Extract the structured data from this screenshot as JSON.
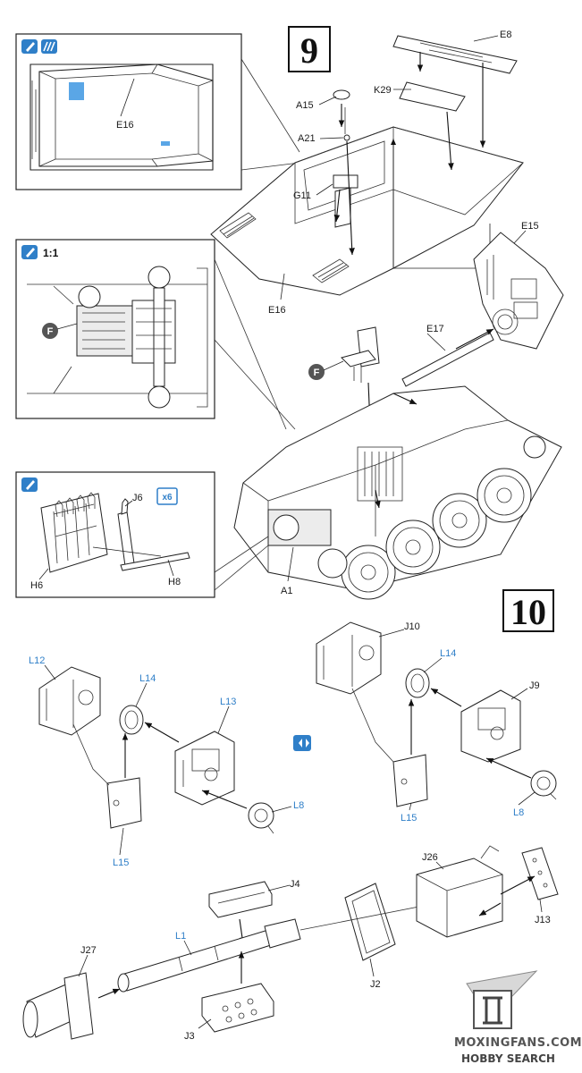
{
  "steps": {
    "step9": {
      "number": "9"
    },
    "step10": {
      "number": "10"
    }
  },
  "callouts": {
    "hull_interior": {
      "label": "E16"
    },
    "engine_detail": {
      "scale": "1:1",
      "marker": "F"
    },
    "ammo_rack": {
      "labels": {
        "j6": "J6",
        "qty": "x6",
        "h6": "H6",
        "h8": "H8"
      }
    }
  },
  "step9_labels": {
    "e8": "E8",
    "k29": "K29",
    "a15": "A15",
    "a21": "A21",
    "g11": "G11",
    "e16": "E16",
    "e15": "E15",
    "e17": "E17",
    "f": "F",
    "a1": "A1"
  },
  "step10_left_labels": {
    "l12": "L12",
    "l14": "L14",
    "l13": "L13",
    "l8": "L8",
    "l15": "L15"
  },
  "step10_right_labels": {
    "j10": "J10",
    "l14": "L14",
    "j9": "J9",
    "l8": "L8",
    "l15": "L15"
  },
  "step10_gun_labels": {
    "j4": "J4",
    "l1": "L1",
    "j27": "J27",
    "j3": "J3",
    "j2": "J2",
    "j26": "J26",
    "j13": "J13"
  },
  "watermark": {
    "line1": "MOXINGFANS.COM",
    "line2": "HOBBY SEARCH"
  },
  "colors": {
    "ink": "#1a1a1a",
    "accent_blue": "#2f7fc8",
    "highlight_fill": "#5aa6e6"
  },
  "icons": [
    "paint-icon",
    "cement-icon",
    "mirror-parts-icon",
    "part-f-marker"
  ]
}
